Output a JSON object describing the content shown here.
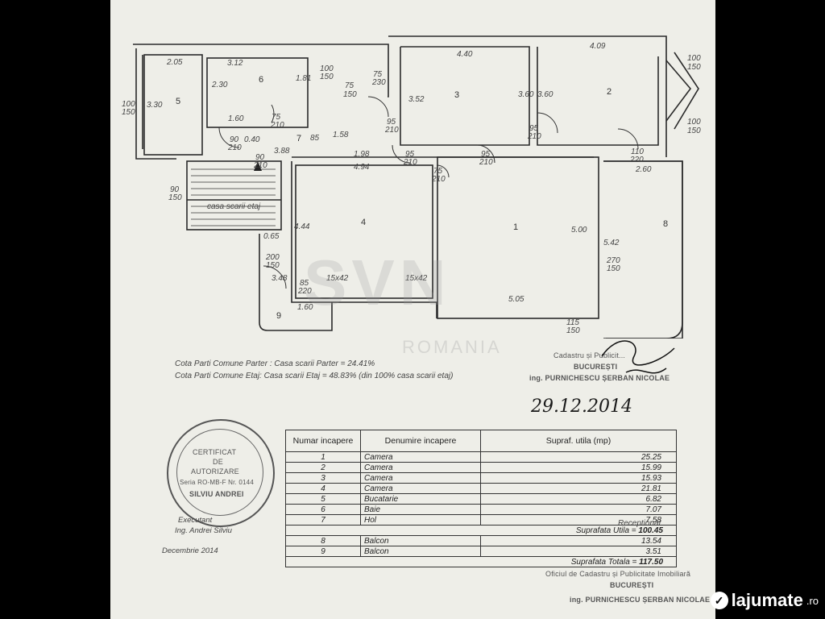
{
  "plan": {
    "dims": {
      "d205": "2.05",
      "d312": "3.12",
      "d100a": "100",
      "d150a": "150",
      "d75a": "75",
      "d150b": "150",
      "d75b": "75",
      "d230": "230",
      "d440": "4.40",
      "d409": "4.09",
      "d100b": "100",
      "d150c": "150",
      "d100c": "100",
      "d150d": "150",
      "d230v": "2.30",
      "d181": "1.81",
      "d160a": "1.60",
      "d75c": "75",
      "d210a": "210",
      "d352": "3.52",
      "d360a": "3.60",
      "d360b": "3.60",
      "d95a": "95",
      "d210b": "210",
      "d95b": "95",
      "d210c": "210",
      "d330": "3.30",
      "d100e": "100",
      "d150e": "150",
      "d90a": "90",
      "d210d": "210",
      "d040": "0.40",
      "d158": "1.58",
      "d85": "85",
      "d90b": "90",
      "d210e": "210",
      "d388": "3.88",
      "d198": "1.98",
      "d95c": "95",
      "d210f": "210",
      "d95d": "95",
      "d210g": "210",
      "d75d": "75",
      "d210h": "210",
      "d110": "110",
      "d220a": "220",
      "d260": "2.60",
      "d494": "4.94",
      "d90c": "90",
      "d150f": "150",
      "d444": "4.44",
      "d500": "5.00",
      "d542": "5.42",
      "d065": "0.65",
      "d200": "200",
      "d150g": "150",
      "d270": "270",
      "d150h": "150",
      "d348": "3.48",
      "d85b": "85",
      "d220b": "220",
      "d15x42a": "15x42",
      "d15x42b": "15x42",
      "d505": "5.05",
      "d160b": "1.60",
      "d115": "115",
      "d150i": "150"
    },
    "room_numbers": {
      "r1": "1",
      "r2": "2",
      "r3": "3",
      "r4": "4",
      "r5": "5",
      "r6": "6",
      "r7": "7",
      "r8": "8",
      "r9": "9"
    },
    "stair_label": "casa scarii etaj"
  },
  "notes": {
    "parter": "Cota Parti Comune Parter : Casa scarii Parter = 24.41%",
    "etaj": "Cota Parti Comune Etaj: Casa scarii Etaj = 48.83% (din 100% casa scarii etaj)"
  },
  "watermark": {
    "brand": "SVN",
    "sub": "ROMANIA"
  },
  "stamp_top": {
    "line1": "Cadastru și Publicit...",
    "line2": "BUCUREȘTI",
    "line3": "ing. PURNICHESCU ȘERBAN NICOLAE"
  },
  "handwritten_date": "29.12.2014",
  "cert_stamp": {
    "l1": "CERTIFICAT",
    "l2": "DE",
    "l3": "AUTORIZARE",
    "l4": "Seria RO-MB-F Nr. 0144",
    "l5": "SILVIU ANDREI"
  },
  "executant": {
    "line1": "Executant",
    "line2": "Ing. Andrei Silviu",
    "date": "Decembrie 2014"
  },
  "receptionat": "Receptionat",
  "table": {
    "headers": [
      "Numar incapere",
      "Denumire incapere",
      "Supraf. utila (mp)"
    ],
    "rows": [
      {
        "num": "1",
        "name": "Camera",
        "area": "25.25"
      },
      {
        "num": "2",
        "name": "Camera",
        "area": "15.99"
      },
      {
        "num": "3",
        "name": "Camera",
        "area": "15.93"
      },
      {
        "num": "4",
        "name": "Camera",
        "area": "21.81"
      },
      {
        "num": "5",
        "name": "Bucatarie",
        "area": "6.82"
      },
      {
        "num": "6",
        "name": "Baie",
        "area": "7.07"
      },
      {
        "num": "7",
        "name": "Hol",
        "area": "7.58"
      }
    ],
    "useful_label": "Suprafata Utila =",
    "useful_value": "100.45",
    "balcony_rows": [
      {
        "num": "8",
        "name": "Balcon",
        "area": "13.54"
      },
      {
        "num": "9",
        "name": "Balcon",
        "area": "3.51"
      }
    ],
    "total_label": "Suprafata Totala =",
    "total_value": "117.50"
  },
  "stamp_bottom": {
    "line1": "Oficiul de Cadastru și Publicitate Imobiliară",
    "line2": "BUCUREȘTI",
    "line3": "ing. PURNICHESCU ȘERBAN NICOLAE"
  },
  "site_logo": {
    "name": "lajumate",
    ".ro": ".ro",
    "icon": "lajumate-logo-icon"
  }
}
